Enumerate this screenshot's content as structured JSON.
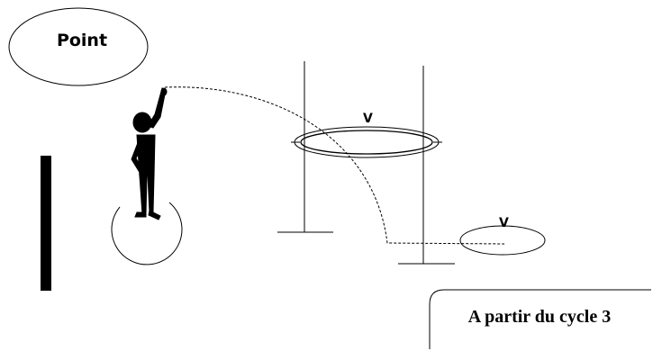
{
  "point_label": "Point",
  "cycle_label": "A partir du cycle 3",
  "hoop_mark": "V",
  "target_mark": "V",
  "colors": {
    "ink": "#000000",
    "background": "#ffffff"
  }
}
